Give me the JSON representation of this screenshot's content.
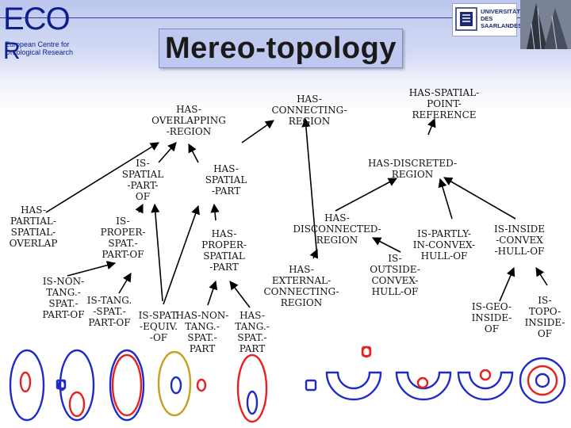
{
  "header": {
    "logo_line1": "ECO",
    "logo_line2": "R",
    "logo_tagline1": "European Centre for",
    "logo_tagline2": "Ontological Research",
    "title": "Mereo-topology",
    "university_line1": "UNIVERSITÄT",
    "university_line2": "DES",
    "university_line3": "SAARLANDES"
  },
  "colors": {
    "accent_blue": "#0d1f8c",
    "figure_red": "#e82020",
    "figure_blue": "#1e2bc8",
    "figure_gold": "#c8a020",
    "arrow": "#000000"
  },
  "nodes": [
    {
      "id": "has-overlapping-region",
      "text": "HAS-\nOVERLAPPING\n-REGION"
    },
    {
      "id": "has-connecting-region",
      "text": "HAS-\nCONNECTING-\nREGION"
    },
    {
      "id": "has-spatial-point-reference",
      "text": "HAS-SPATIAL-\nPOINT-\nREFERENCE"
    },
    {
      "id": "is-spatial-part-of",
      "text": "IS-\nSPATIAL\n-PART-\nOF"
    },
    {
      "id": "has-spatial-part",
      "text": "HAS-\nSPATIAL\n-PART"
    },
    {
      "id": "has-discreted-region",
      "text": "HAS-DISCRETED-\nREGION"
    },
    {
      "id": "has-partial-spatial-overlap",
      "text": "HAS-\nPARTIAL-\nSPATIAL-\nOVERLAP"
    },
    {
      "id": "is-proper-spat-part-of",
      "text": "IS-\nPROPER-\nSPAT.-\nPART-OF"
    },
    {
      "id": "has-proper-spatial-part",
      "text": "HAS-\nPROPER-\nSPATIAL\n-PART"
    },
    {
      "id": "has-disconnected-region",
      "text": "HAS-\nDISCONNECTED-\nREGION"
    },
    {
      "id": "has-external-connecting-region",
      "text": "HAS-\nEXTERNAL-\nCONNECTING-\nREGION"
    },
    {
      "id": "is-partly-in-convex-hull-of",
      "text": "IS-PARTLY-\nIN-CONVEX-\nHULL-OF"
    },
    {
      "id": "is-outside-convex-hull-of",
      "text": "IS-\nOUTSIDE-\nCONVEX-\nHULL-OF"
    },
    {
      "id": "is-inside-convex-hull-of",
      "text": "IS-INSIDE\n-CONVEX\n-HULL-OF"
    },
    {
      "id": "is-non-tang-spat-part-of",
      "text": "IS-NON-\nTANG.-\nSPAT.-\nPART-OF"
    },
    {
      "id": "is-tang-spat-part-of",
      "text": "IS-TANG.\n-SPAT.-\nPART-OF"
    },
    {
      "id": "is-spat-equiv",
      "text": "IS-SPAT.\n-EQUIV.\n-OF"
    },
    {
      "id": "has-non-tang-spat-part",
      "text": "HAS-NON-\nTANG.-\nSPAT.-\nPART"
    },
    {
      "id": "has-tang-spat-part",
      "text": "HAS-\nTANG.-\nSPAT.-\nPART"
    },
    {
      "id": "is-geo-inside-of",
      "text": "IS-GEO-\nINSIDE-\nOF"
    },
    {
      "id": "is-topo-inside-of",
      "text": "IS-\nTOPO-\nINSIDE-\nOF"
    }
  ],
  "figure_icons": [
    "non-tangential-part-icon",
    "tangential-part-icon",
    "equivalent-icon",
    "non-tangential-container-icon",
    "tangential-container-icon",
    "disconnected-icon",
    "external-connection-icon",
    "partly-inside-hull-icon",
    "outside-hull-icon",
    "inside-hull-icon",
    "geo-inside-icon",
    "topo-inside-icon"
  ]
}
